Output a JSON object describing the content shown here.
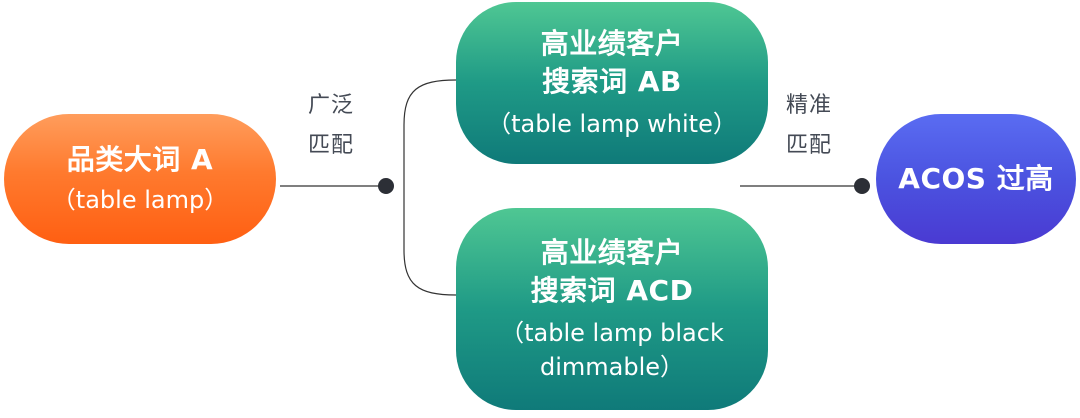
{
  "nodes": {
    "category_term": {
      "title": "品类大词 A",
      "subtitle": "（table lamp）"
    },
    "search_term_ab": {
      "title_line1": "高业绩客户",
      "title_line2": "搜索词 AB",
      "subtitle": "（table lamp white）"
    },
    "search_term_acd": {
      "title_line1": "高业绩客户",
      "title_line2": "搜索词 ACD",
      "subtitle_line1": "（table lamp black",
      "subtitle_line2": "dimmable）"
    },
    "acos": {
      "title": "ACOS 过高"
    }
  },
  "edges": {
    "broad_match": {
      "line1": "广泛",
      "line2": "匹配"
    },
    "exact_match": {
      "line1": "精准",
      "line2": "匹配"
    }
  },
  "colors": {
    "orange_node": "#ff6f22",
    "teal_node": "#1a9283",
    "blue_node": "#4d4fe2",
    "connector": "#333333",
    "label_text": "#444a55"
  }
}
